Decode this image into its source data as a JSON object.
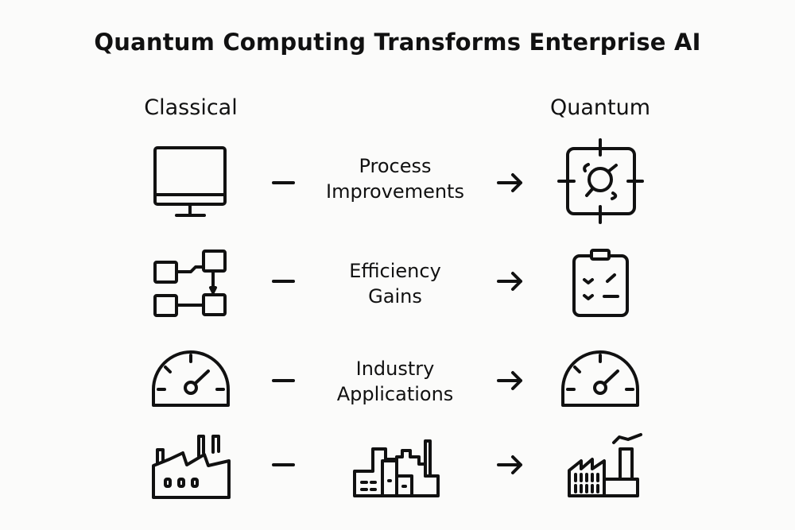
{
  "title": "Quantum Computing Transforms Enterprise AI",
  "columns": {
    "left": "Classical",
    "right": "Quantum"
  },
  "rows": [
    {
      "label_line1": "Process",
      "label_line2": "Improvements",
      "left_icon": "monitor-icon",
      "right_icon": "quantum-target-icon"
    },
    {
      "label_line1": "Efficiency",
      "label_line2": "Gains",
      "left_icon": "flowchart-icon",
      "right_icon": "clipboard-checklist-icon"
    },
    {
      "label_line1": "Industry",
      "label_line2": "Applications",
      "left_icon": "gauge-icon",
      "right_icon": "gauge-icon"
    },
    {
      "left_icon": "factory-icon",
      "middle_icon": "city-buildings-icon",
      "right_icon": "modern-factory-icon"
    }
  ],
  "colors": {
    "stroke": "#111111",
    "background": "#fbfbfa"
  }
}
